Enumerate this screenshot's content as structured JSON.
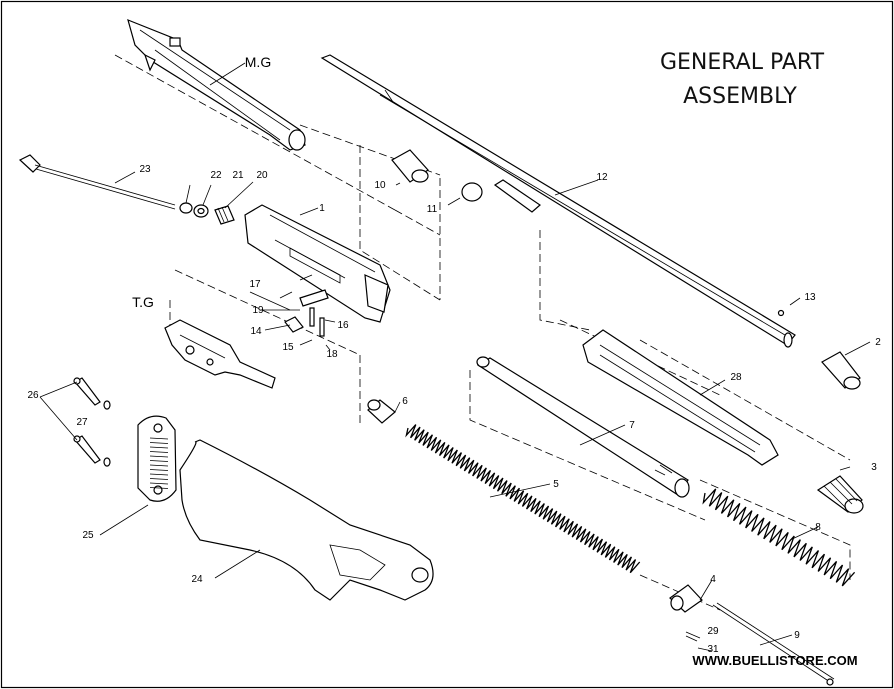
{
  "title_line1": "GENERAL PART",
  "title_line2": "ASSEMBLY",
  "website": "WWW.BUELLISTORE.COM",
  "groups": [
    {
      "id": "mg",
      "label": "M.G"
    },
    {
      "id": "tg",
      "label": "T.G"
    }
  ],
  "callouts": [
    {
      "n": "1"
    },
    {
      "n": "2"
    },
    {
      "n": "3"
    },
    {
      "n": "4"
    },
    {
      "n": "5"
    },
    {
      "n": "6"
    },
    {
      "n": "7"
    },
    {
      "n": "8"
    },
    {
      "n": "9"
    },
    {
      "n": "10"
    },
    {
      "n": "11"
    },
    {
      "n": "12"
    },
    {
      "n": "13"
    },
    {
      "n": "14"
    },
    {
      "n": "15"
    },
    {
      "n": "16"
    },
    {
      "n": "17"
    },
    {
      "n": "18"
    },
    {
      "n": "19"
    },
    {
      "n": "20"
    },
    {
      "n": "21"
    },
    {
      "n": "22"
    },
    {
      "n": "23"
    },
    {
      "n": "24"
    },
    {
      "n": "25"
    },
    {
      "n": "26"
    },
    {
      "n": "27"
    },
    {
      "n": "28"
    },
    {
      "n": "29"
    },
    {
      "n": "31"
    }
  ]
}
